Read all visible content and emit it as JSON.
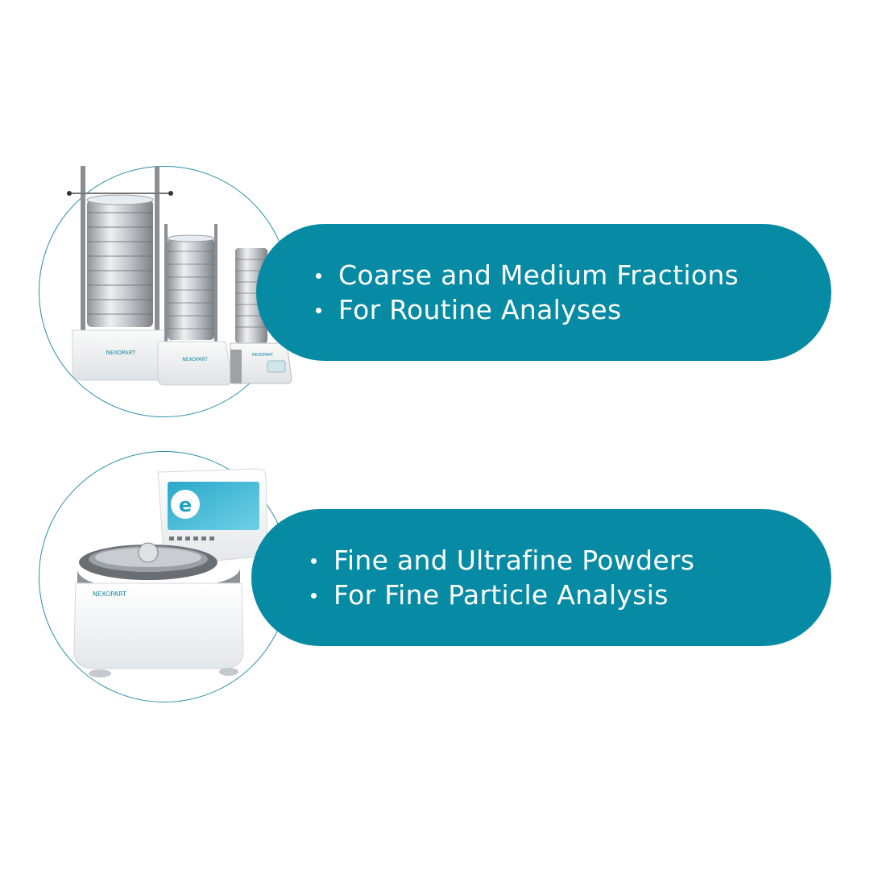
{
  "theme": {
    "accent": "#078ba5",
    "circle_stroke": "#2a8fa6",
    "background": "#ffffff"
  },
  "sections": [
    {
      "product_icon": "sieve-shakers-product-image",
      "bullets": [
        "Coarse and Medium Fractions",
        "For Routine Analyses"
      ]
    },
    {
      "product_icon": "air-jet-sieve-product-image",
      "bullets": [
        "Fine and Ultrafine Powders",
        "For Fine Particle Analysis"
      ]
    }
  ]
}
